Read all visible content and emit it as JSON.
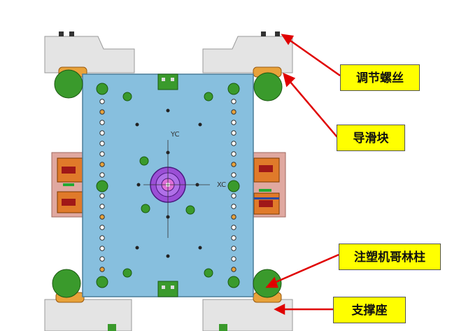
{
  "axes": {
    "yc": "YC",
    "xc": "XC"
  },
  "labels": {
    "adjust_screw": "调节螺丝",
    "guide_slider": "导滑块",
    "tie_bar": "注塑机哥林柱",
    "support_seat": "支撑座"
  },
  "colors": {
    "plate": "#87bfde",
    "plate_border": "#4b7d99",
    "support_block": "#e4e4e4",
    "tie_bar": "#3a9a2c",
    "slider": "#e8a23a",
    "side_block_outer": "#e0a8a0",
    "side_block_inner": "#e07a2a",
    "locating_ring": "#9b4fd6",
    "arrow": "#e00000",
    "callout_bg": "#ffff00"
  }
}
